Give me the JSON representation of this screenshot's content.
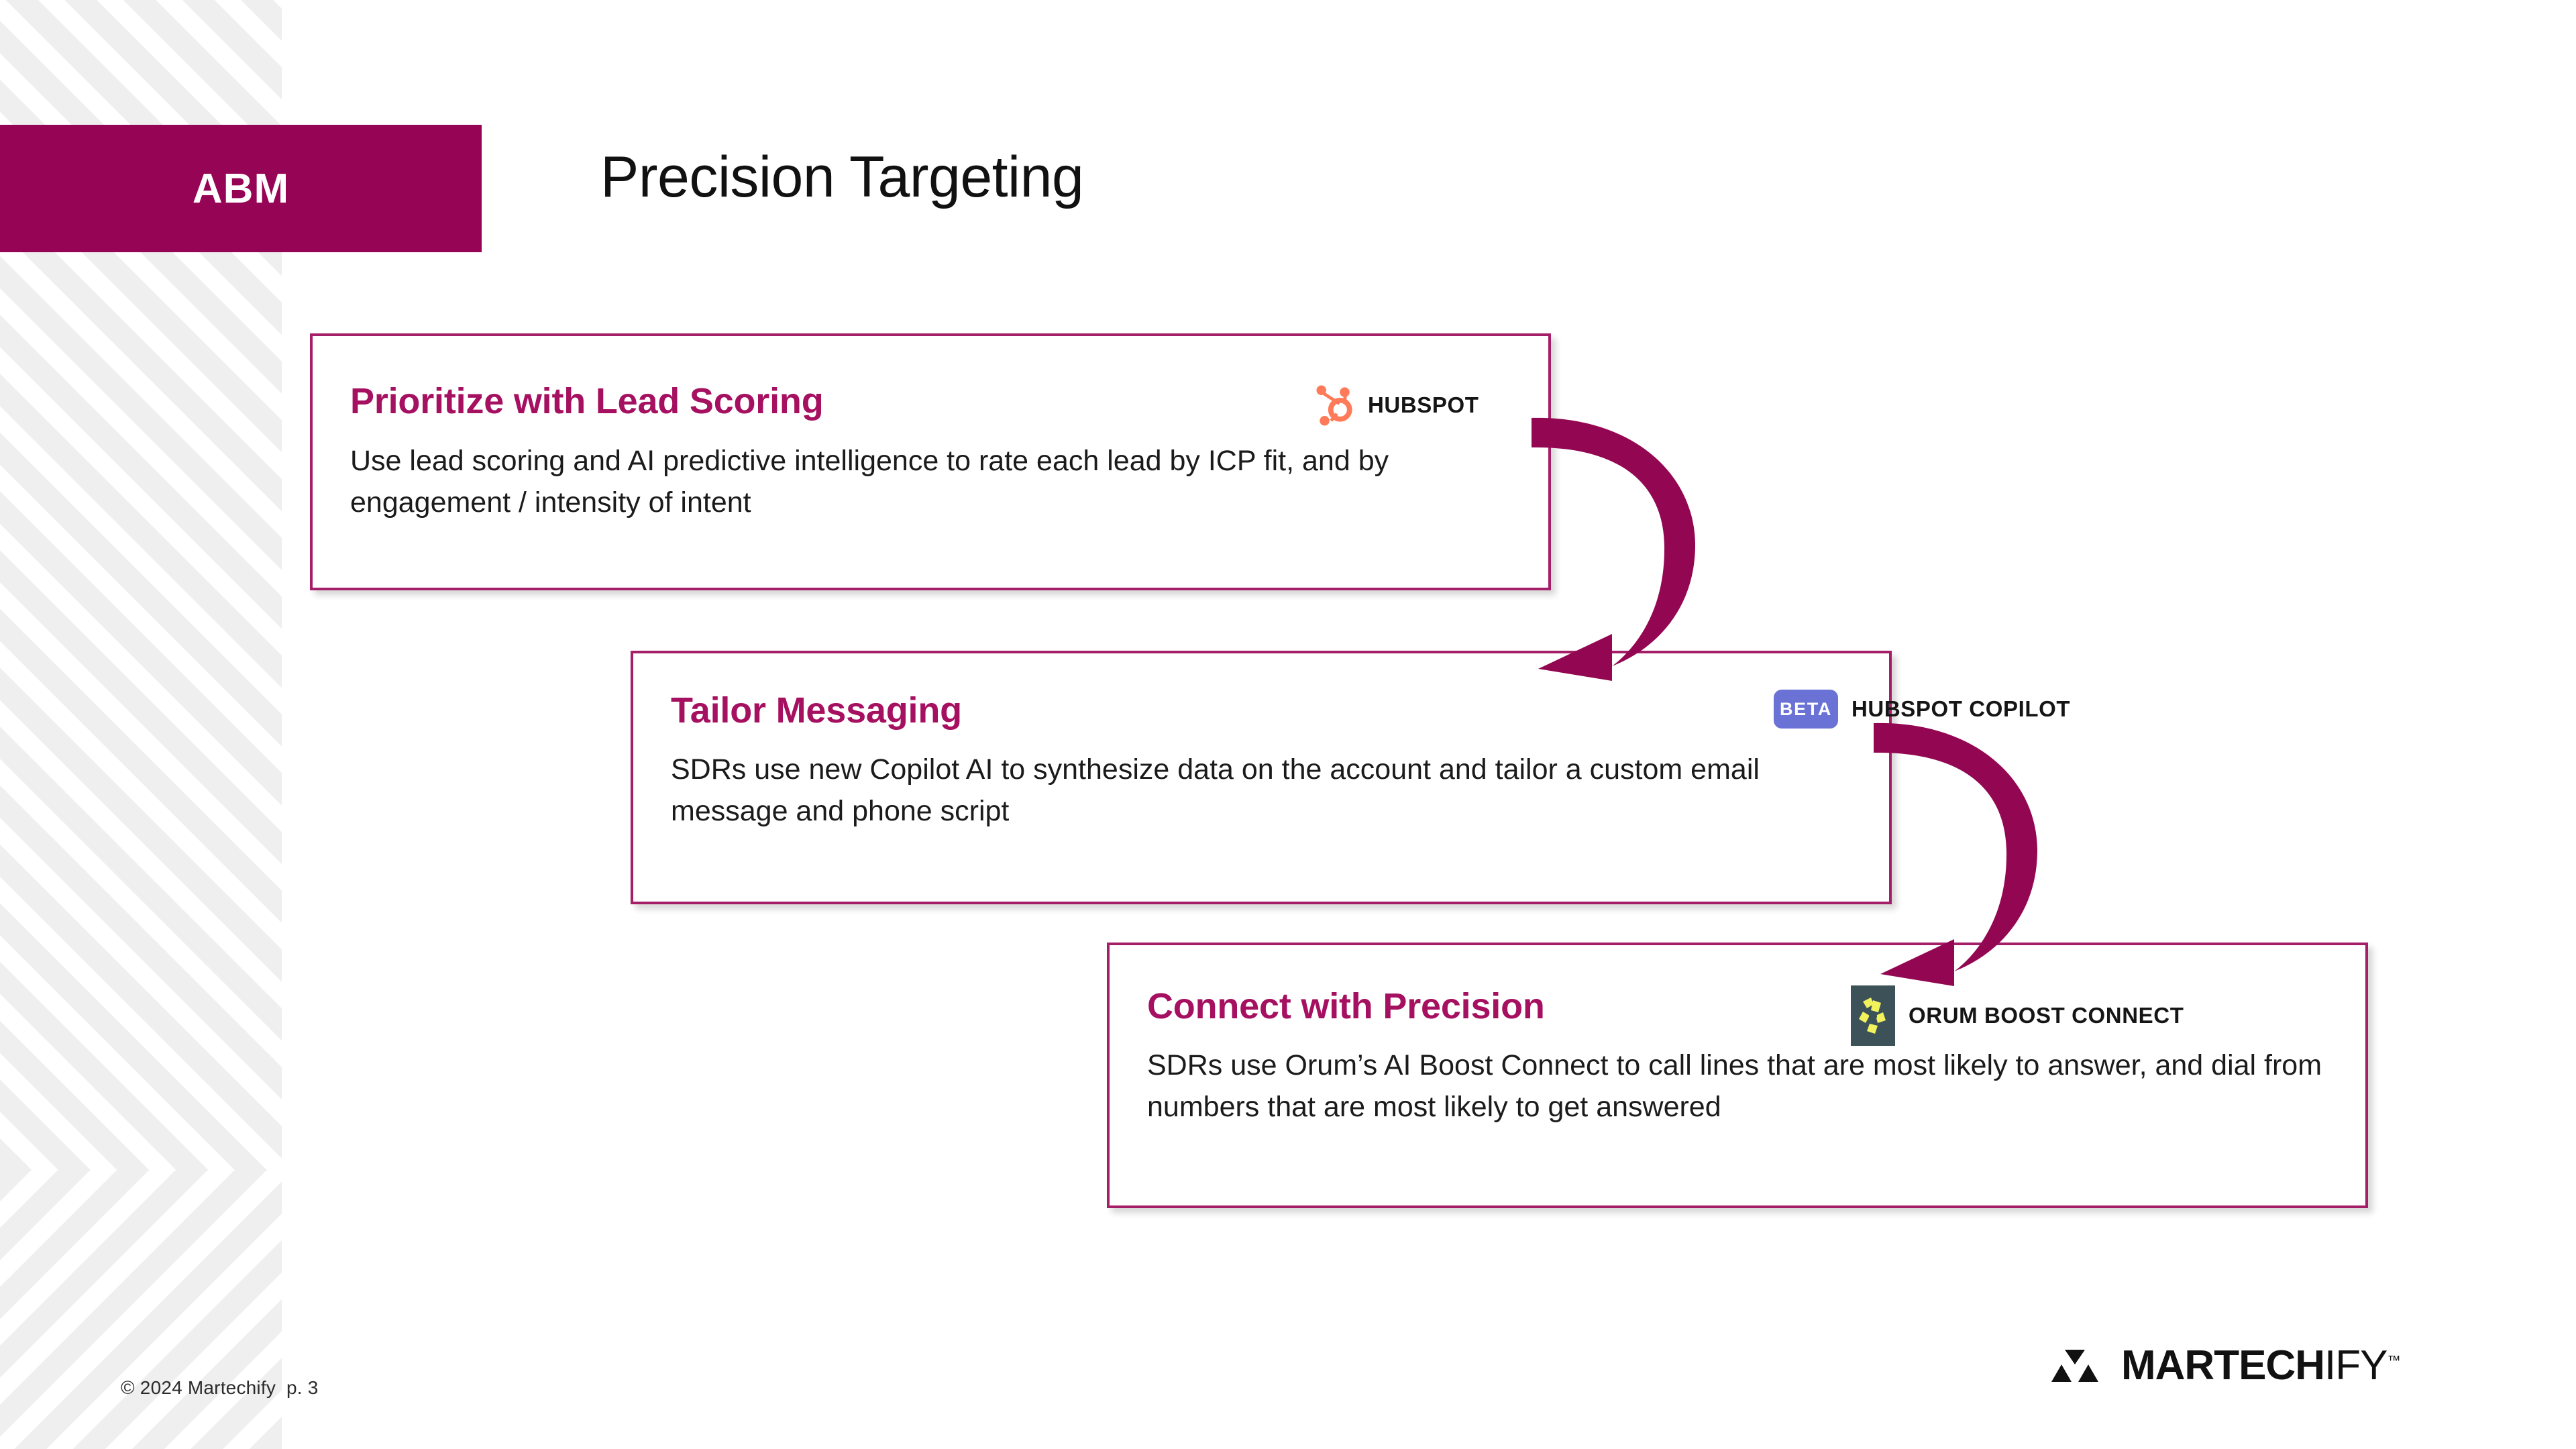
{
  "slide": {
    "category_badge": "ABM",
    "title": "Precision Targeting",
    "accent_color": "#960456",
    "heading_color": "#A61060",
    "card_border_color": "#A51E68",
    "arrow_color": "#930752"
  },
  "cards": [
    {
      "heading": "Prioritize with Lead Scoring",
      "body": "Use lead scoring and AI predictive intelligence to rate each lead by ICP fit, and by engagement / intensity of intent",
      "brand": {
        "icon": "hubspot-sprocket-icon",
        "icon_color": "#FF7A59",
        "label": "HUBSPOT",
        "badge": ""
      }
    },
    {
      "heading": "Tailor Messaging",
      "body": "SDRs use new Copilot AI to synthesize data on the account and tailor a custom email message and phone script",
      "brand": {
        "icon": "beta-badge-icon",
        "icon_color": "#6B72D6",
        "label": "HUBSPOT COPILOT",
        "badge": "BETA"
      }
    },
    {
      "heading": "Connect with Precision",
      "body": "SDRs use Orum’s AI Boost Connect to call lines that are most likely to answer, and dial from numbers that are most likely to get answered",
      "brand": {
        "icon": "orum-pinwheel-icon",
        "icon_color": "#3C5258",
        "label": "ORUM BOOST CONNECT",
        "badge": ""
      }
    }
  ],
  "connectors": [
    {
      "name": "curved-arrow-card1-to-card2"
    },
    {
      "name": "curved-arrow-card2-to-card3"
    }
  ],
  "footer": {
    "copyright": "© 2024 Martechify",
    "page": "p. 3",
    "logo": {
      "mark": "martechify-triangles-icon",
      "word_strong": "MARTECH",
      "word_light": "IFY",
      "trademark": "™"
    }
  }
}
